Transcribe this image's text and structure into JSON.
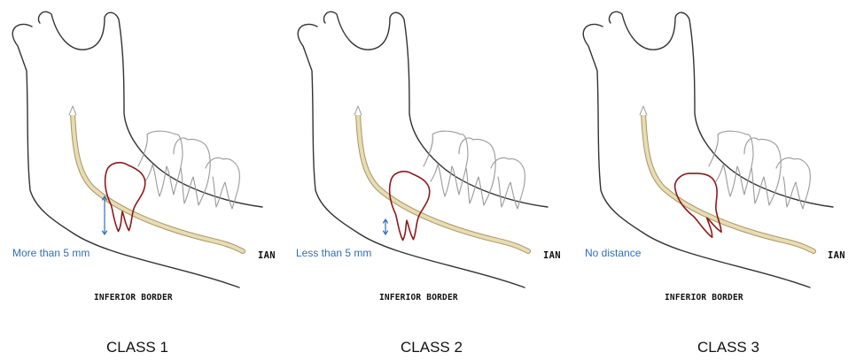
{
  "panels": [
    {
      "distance_label": "More than 5 mm",
      "nerve_label": "IAN",
      "border_label": "INFERIOR BORDER",
      "class_label": "CLASS 1"
    },
    {
      "distance_label": "Less than 5 mm",
      "nerve_label": "IAN",
      "border_label": "INFERIOR BORDER",
      "class_label": "CLASS 2"
    },
    {
      "distance_label": "No distance",
      "nerve_label": "IAN",
      "border_label": "INFERIOR BORDER",
      "class_label": "CLASS 3"
    }
  ],
  "colors": {
    "bone_outline": "#333333",
    "nerve_fill": "#e8dcb2",
    "nerve_outline": "#a89466",
    "impacted_tooth": "#8b1a1a",
    "teeth_outline": "#9a9a9a",
    "measure_arrow": "#2f6eb5"
  },
  "icons": [
    "mandible-outline",
    "nerve-canal",
    "impacted-third-molar",
    "molar-teeth",
    "distance-arrow"
  ]
}
